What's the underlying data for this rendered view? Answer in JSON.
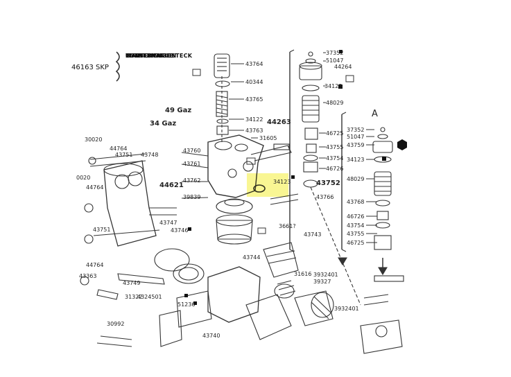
{
  "header": {
    "part_code": "46163 SKP",
    "maintenance_lines": [
      "ENTRETIEN",
      "MAINTENANCE",
      "CONSERVATION",
      "WARTUNGSBESTECK"
    ]
  },
  "assembly": {
    "section_mark": "A",
    "group_labels": [
      "44263",
      "43752",
      "44621"
    ]
  },
  "highlight": {
    "part": "34123",
    "color": "#f4ee3a"
  },
  "part_labels": {
    "center": [
      "43764",
      "40344",
      "43765",
      "34122",
      "43763",
      "49 Gaz",
      "34 Gaz",
      "31605",
      "43760",
      "43761",
      "43762",
      "39839",
      "43747",
      "43746",
      "43766",
      "3661?",
      "43743",
      "43744",
      "31616",
      "3932401",
      "39327",
      "3932401",
      "43740",
      "51236",
      "43749",
      "4324501",
      "31322",
      "30992"
    ],
    "left": [
      "30020",
      "44764",
      "43751",
      "43748",
      "0020",
      "44764",
      "43751",
      "44764",
      "43363"
    ],
    "top_column": [
      "37352",
      "51047",
      "44264",
      "34123",
      "48029",
      "46725",
      "43755",
      "43754",
      "46726"
    ],
    "right_column": [
      "37352",
      "51047",
      "43759",
      "34123",
      "48029",
      "43768",
      "46726",
      "43754",
      "43755",
      "46725"
    ]
  }
}
